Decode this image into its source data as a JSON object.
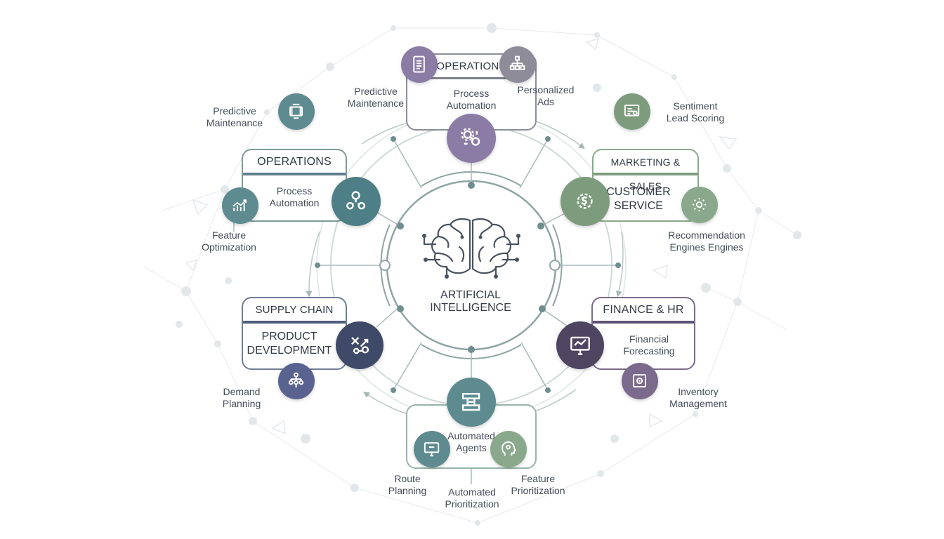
{
  "center": {
    "line1": "ARTIFICIAL",
    "line2": "INTELLIGENCE",
    "icon": "brain-circuit-icon"
  },
  "top_box": {
    "title": "OPERATIONS",
    "body_line1": "Process",
    "body_line2": "Automation",
    "left_label_line1": "Predictive",
    "left_label_line2": "Maintenance",
    "right_label_line1": "Personalized",
    "right_label_line2": "Ads"
  },
  "left_ops_box": {
    "title": "OPERATIONS",
    "body_line1": "Process",
    "body_line2": "Automation"
  },
  "marketing_box": {
    "title": "MARKETING & SALES",
    "body_line1": "CUSTOMER",
    "body_line2": "SERVICE"
  },
  "supply_box": {
    "title": "SUPPLY CHAIN",
    "body_line1": "PRODUCT",
    "body_line2": "DEVELOPMENT"
  },
  "finance_box": {
    "title": "FINANCE & HR",
    "body_line1": "Financial",
    "body_line2": "Forecasting"
  },
  "bottom_box": {
    "body_line1": "Automated",
    "body_line2": "Agents"
  },
  "labels": {
    "predictive_maintenance": {
      "line1": "Predictive",
      "line2": "Maintenance"
    },
    "feature_optimization": {
      "line1": "Feature",
      "line2": "Optimization"
    },
    "sentiment": {
      "line1": "Sentiment",
      "line2": "Lead Scoring"
    },
    "recommendation": {
      "line1": "Recommendation",
      "line2": "Engines Engines"
    },
    "demand_planning": {
      "line1": "Demand",
      "line2": "Planning"
    },
    "inventory": {
      "line1": "Inventory",
      "line2": "Management"
    },
    "route_planning": {
      "line1": "Route",
      "line2": "Planning"
    },
    "automated_prioritization": {
      "line1": "Automated",
      "line2": "Prioritization"
    },
    "feature_prioritization": {
      "line1": "Feature",
      "line2": "Prioritization"
    }
  },
  "colors": {
    "purple": "#8b7ca6",
    "gray_purple": "#8f8c99",
    "teal": "#5e8b90",
    "teal_dark": "#4f7f86",
    "sage": "#7d9c7e",
    "sage_light": "#8aa88b",
    "navy": "#3e4a68",
    "indigo": "#5a6390",
    "plum": "#4e4561",
    "mauve": "#7c6a8c",
    "ring": "#8fa5a3",
    "accent_line": "#5f7f8a"
  },
  "icons": [
    "document-icon",
    "org-chart-icon",
    "gear-network-icon",
    "device-icon",
    "gears-network-icon",
    "growth-chart-icon",
    "circuit-icon",
    "dollar-gear-icon",
    "gear-icon",
    "workflow-icon",
    "hierarchy-icon",
    "monitor-chart-icon",
    "safe-icon",
    "flow-icon",
    "monitor-icon",
    "head-gear-icon"
  ]
}
